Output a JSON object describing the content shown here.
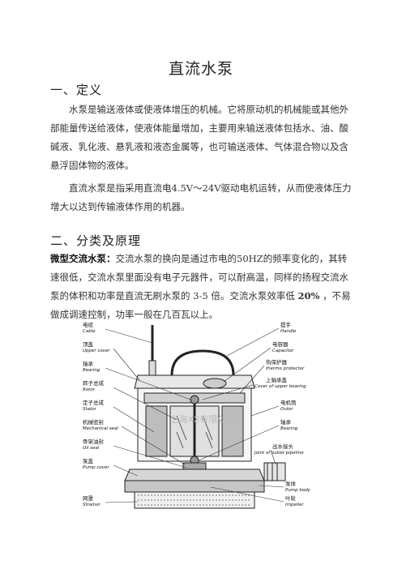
{
  "title": "直流水泵",
  "sections": [
    {
      "heading": "一、定义",
      "paragraphs": [
        "水泵是输送液体或使液体增压的机械。它将原动机的机械能或其他外部能量传送给液体，使液体能量增加，主要用来输送液体包括水、油、酸碱液、乳化液、悬乳液和液态金属等，也可输送液体、气体混合物以及含悬浮固体物的液体。",
        "直流水泵是指采用直流电4.5V～24V驱动电机运转，从而使液体压力增大以达到传输液体作用的机器。"
      ]
    },
    {
      "heading": "二、分类及原理",
      "lead": "微型交流水泵：",
      "body_a": "交流水泵的换向是通过市电的50HZ的频率变化的，其转速很低，交流水泵里面没有电子元器件，可以耐高温，同样的扬程交流水泵的体积和功率是直流无刷水泵的 3-5 倍。交流水泵效率低 ",
      "body_bold": "20%",
      "body_b": " ，不易做成调速控制，功率一般在几百瓦以上。"
    }
  ],
  "diagram": {
    "watermark": "上海XX有限公司",
    "labels_left": [
      {
        "cn": "电缆",
        "en": "Cable"
      },
      {
        "cn": "顶盖",
        "en": "Upper cover"
      },
      {
        "cn": "轴承",
        "en": "Bearing"
      },
      {
        "cn": "转子总成",
        "en": "Rotor"
      },
      {
        "cn": "定子总成",
        "en": "Stator"
      },
      {
        "cn": "机械密封",
        "en": "Mechanical seal"
      },
      {
        "cn": "骨架油封",
        "en": "Oil seal"
      },
      {
        "cn": "泵盖",
        "en": "Pump cover"
      },
      {
        "cn": "网罩",
        "en": "Strainer"
      }
    ],
    "labels_right": [
      {
        "cn": "提手",
        "en": "Handle"
      },
      {
        "cn": "电容器",
        "en": "Capacitor"
      },
      {
        "cn": "热保护器",
        "en": "thermo protector"
      },
      {
        "cn": "上轴承盖",
        "en": "Cover of upper bearing"
      },
      {
        "cn": "电机筒",
        "en": "Outer"
      },
      {
        "cn": "轴承",
        "en": "Bearing"
      },
      {
        "cn": "出水接头",
        "en": "Joint of outlet pipeline"
      },
      {
        "cn": "泵体",
        "en": "Pump body"
      },
      {
        "cn": "叶轮",
        "en": "Impeller"
      }
    ]
  }
}
